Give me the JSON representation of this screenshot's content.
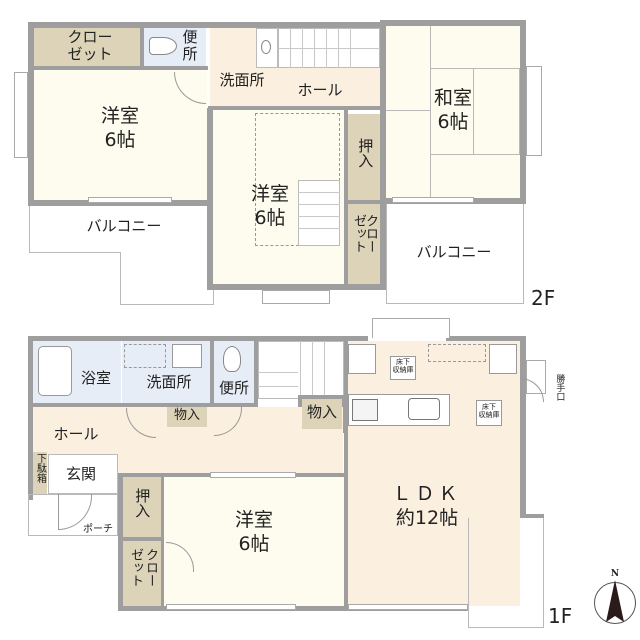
{
  "floor2": {
    "label": "2F",
    "rooms": {
      "closet_nw": "クロー\nゼット",
      "toilet": "便\n所",
      "washroom": "洗面所",
      "hall": "ホール",
      "western_nw": {
        "name": "洋室",
        "size": "6帖"
      },
      "japanese": {
        "name": "和室",
        "size": "6帖"
      },
      "western_center": {
        "name": "洋室",
        "size": "6帖"
      },
      "oshiire": "押入",
      "closet_center": "クローゼット",
      "balcony_w": "バルコニー",
      "balcony_e": "バルコニー"
    }
  },
  "floor1": {
    "label": "1F",
    "rooms": {
      "bath": "浴室",
      "washroom": "洗面所",
      "toilet": "便所",
      "storage_small": "物入",
      "storage_stairs": "物入",
      "hall": "ホール",
      "shoe_box": "下駄箱",
      "entrance": "玄関",
      "porch": "ポーチ",
      "oshiire": "押入",
      "closet": "クローゼット",
      "western": {
        "name": "洋室",
        "size": "6帖"
      },
      "ldk": {
        "name": "ＬＤＫ",
        "size": "約12帖"
      },
      "underfloor_1": "床下\n収納庫",
      "underfloor_2": "床下\n収納庫",
      "back_door": "勝手口"
    }
  },
  "compass": {
    "north_label": "N"
  },
  "colors": {
    "wall": "#9e9e9e",
    "room_cream": "#fdfcee",
    "room_beige": "#fbf0df",
    "wet_blue": "#e6edf7",
    "closet_tan": "#ddd3b8"
  }
}
